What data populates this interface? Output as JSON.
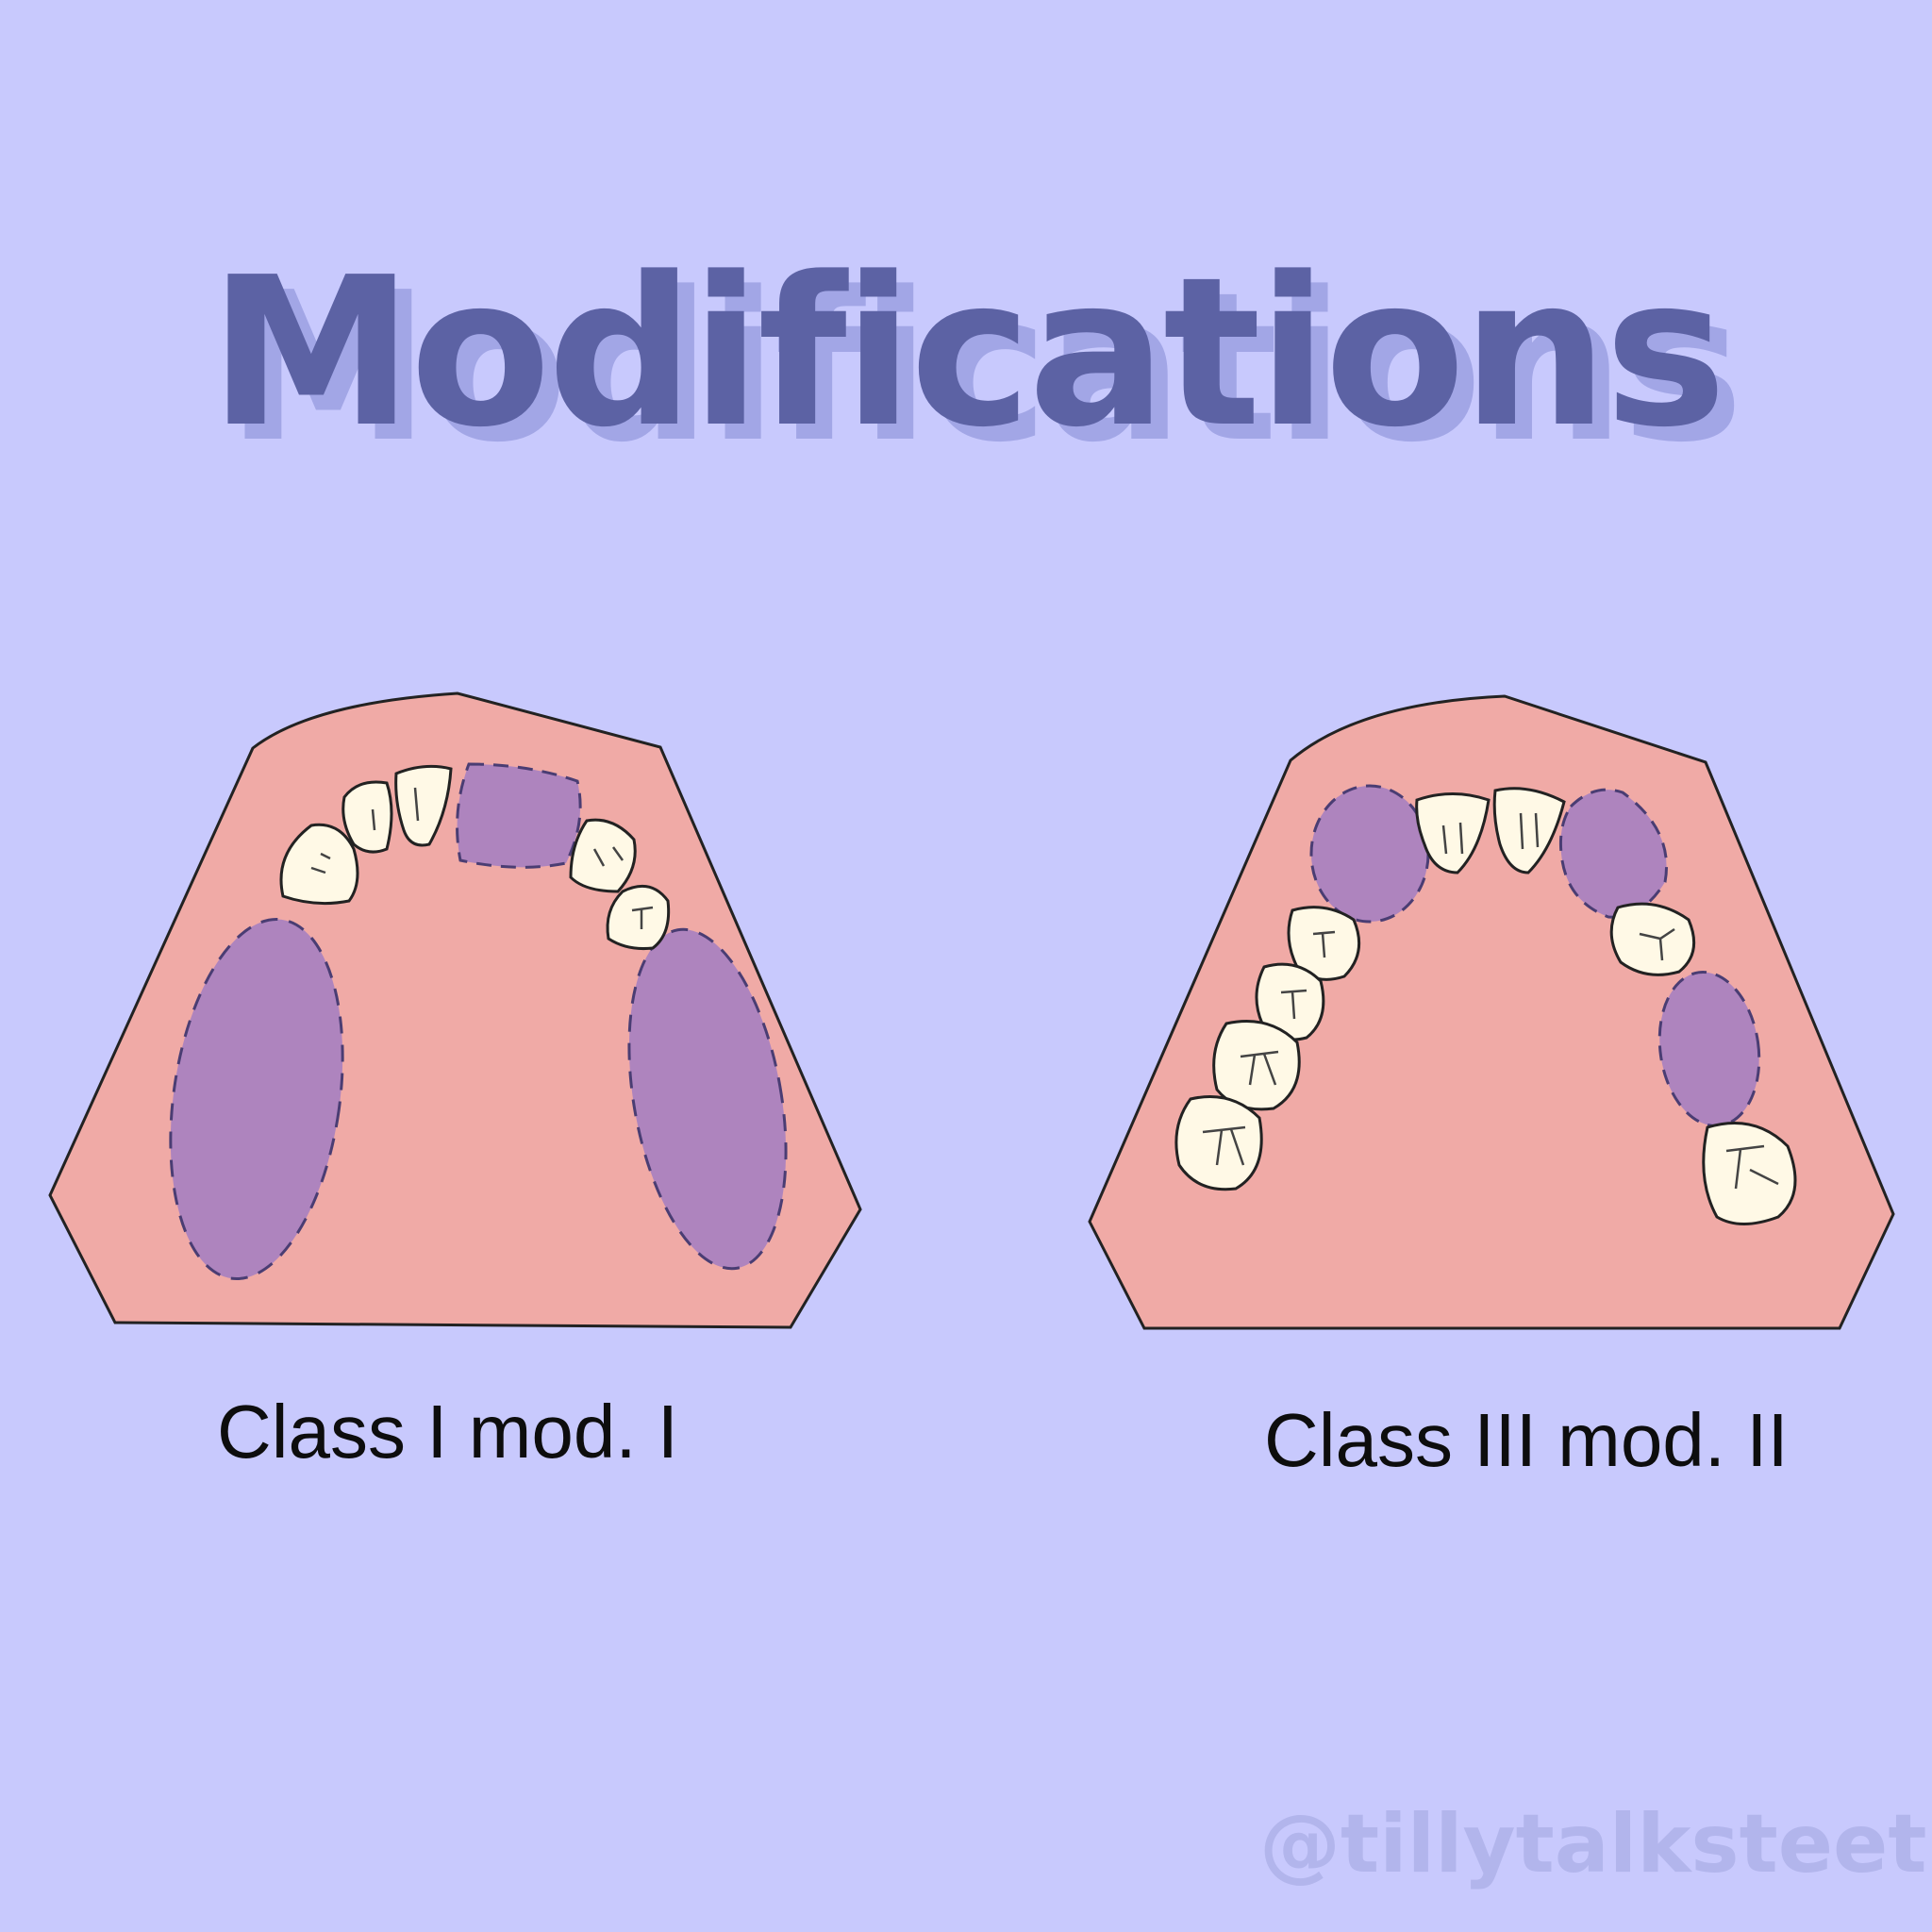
{
  "title": "Modifications",
  "diagrams": [
    {
      "caption": "Class I mod. I"
    },
    {
      "caption": "Class III mod. II"
    }
  ],
  "watermark": "@tillytalksteeth",
  "colors": {
    "background": "#c8c9fd",
    "title": "#5c62a4",
    "title_shadow": "#a2a6e6",
    "gum": "#f0aaa6",
    "edentulous_area": "#ae84be",
    "tooth": "#fff9e6"
  }
}
